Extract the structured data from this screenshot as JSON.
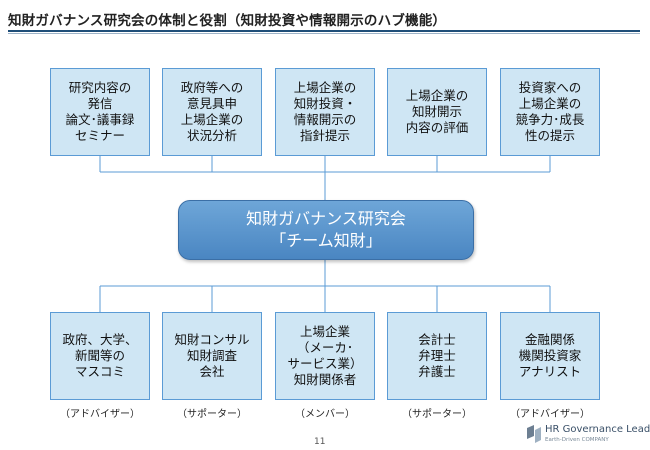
{
  "title": "知財ガバナンス研究会の体制と役割（知財投資や情報開示のハブ機能）",
  "top_boxes": [
    {
      "text": "研究内容の\n発信\n論文･議事録\nセミナー"
    },
    {
      "text": "政府等への\n意見具申\n上場企業の\n状況分析"
    },
    {
      "text": "上場企業の\n知財投資・\n情報開示の\n指針提示"
    },
    {
      "text": "上場企業の\n知財開示\n内容の評価"
    },
    {
      "text": "投資家への\n上場企業の\n競争力･成長\n性の提示"
    }
  ],
  "center": {
    "text": "知財ガバナンス研究会\n「チーム知財」"
  },
  "bottom_boxes": [
    {
      "text": "政府、大学、\n新聞等の\nマスコミ",
      "role": "（アドバイザー）"
    },
    {
      "text": "知財コンサル\n知財調査\n会社",
      "role": "（サポーター）"
    },
    {
      "text": "上場企業\n（メーカ･\nサービス業）\n知財関係者",
      "role": "（メンバー）"
    },
    {
      "text": "会計士\n弁理士\n弁護士",
      "role": "（サポーター）"
    },
    {
      "text": "金融関係\n機関投資家\nアナリスト",
      "role": "（アドバイザー）"
    }
  ],
  "page_number": "11",
  "logo": {
    "name": "HR Governance Leaders",
    "tagline": "Earth-Driven COMPANY"
  }
}
